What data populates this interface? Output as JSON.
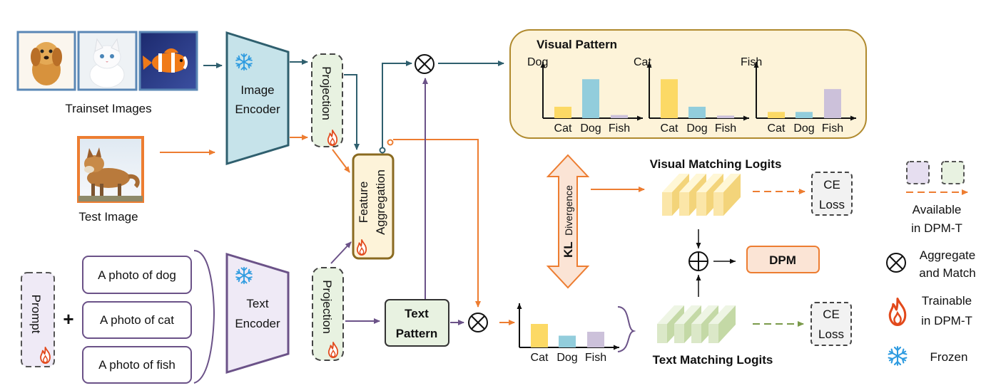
{
  "inputs": {
    "trainset_caption": "Trainset Images",
    "test_caption": "Test Image",
    "prompt_label": "Prompt",
    "plus": "+",
    "prompts": [
      "A photo of dog",
      "A photo of cat",
      "A photo of fish"
    ]
  },
  "encoders": {
    "image_line1": "Image",
    "image_line2": "Encoder",
    "text_line1": "Text",
    "text_line2": "Encoder",
    "projection": "Projection"
  },
  "feature_aggregation": {
    "line1": "Feature",
    "line2": "Aggregation"
  },
  "text_pattern": {
    "line1": "Text",
    "line2": "Pattern"
  },
  "visual_pattern": {
    "title": "Visual Pattern",
    "charts": [
      {
        "ylabel": "Dog",
        "categories": [
          "Cat",
          "Dog",
          "Fish"
        ],
        "values": [
          0.22,
          0.75,
          0.06
        ]
      },
      {
        "ylabel": "Cat",
        "categories": [
          "Cat",
          "Dog",
          "Fish"
        ],
        "values": [
          0.75,
          0.22,
          0.05
        ]
      },
      {
        "ylabel": "Fish",
        "categories": [
          "Cat",
          "Dog",
          "Fish"
        ],
        "values": [
          0.12,
          0.12,
          0.56
        ]
      }
    ]
  },
  "text_chart": {
    "categories": [
      "Cat",
      "Dog",
      "Fish"
    ],
    "values": [
      0.6,
      0.3,
      0.4
    ]
  },
  "kl": {
    "bold": "KL",
    "rest": "Divergence"
  },
  "logits": {
    "visual": "Visual Matching Logits",
    "text": "Text Matching Logits"
  },
  "ce_loss": {
    "line1": "CE",
    "line2": "Loss"
  },
  "dpm": "DPM",
  "legend": {
    "available_line1": "Available",
    "available_line2": "in DPM-T",
    "aggregate_line1": "Aggregate",
    "aggregate_line2": "and Match",
    "trainable_line1": "Trainable",
    "trainable_line2": "in DPM-T",
    "frozen": "Frozen"
  },
  "colors": {
    "image_path": "#2f5f6e",
    "test_path": "#ed7d31",
    "text_path": "#6b5288",
    "encoder_fill_image": "#c6e3ea",
    "encoder_fill_text": "#efeaf6",
    "bar_cat": "#fcd965",
    "bar_dog": "#92cddc",
    "bar_fish": "#ccc1da",
    "visual_pattern_bg": "#fdf3d9",
    "visual_pattern_border": "#b08a2e",
    "dpm_fill": "#fbe4d5",
    "projection_fill": "#e8f2e1",
    "snowflake": "#2e9be0",
    "flame": "#e2491b"
  }
}
